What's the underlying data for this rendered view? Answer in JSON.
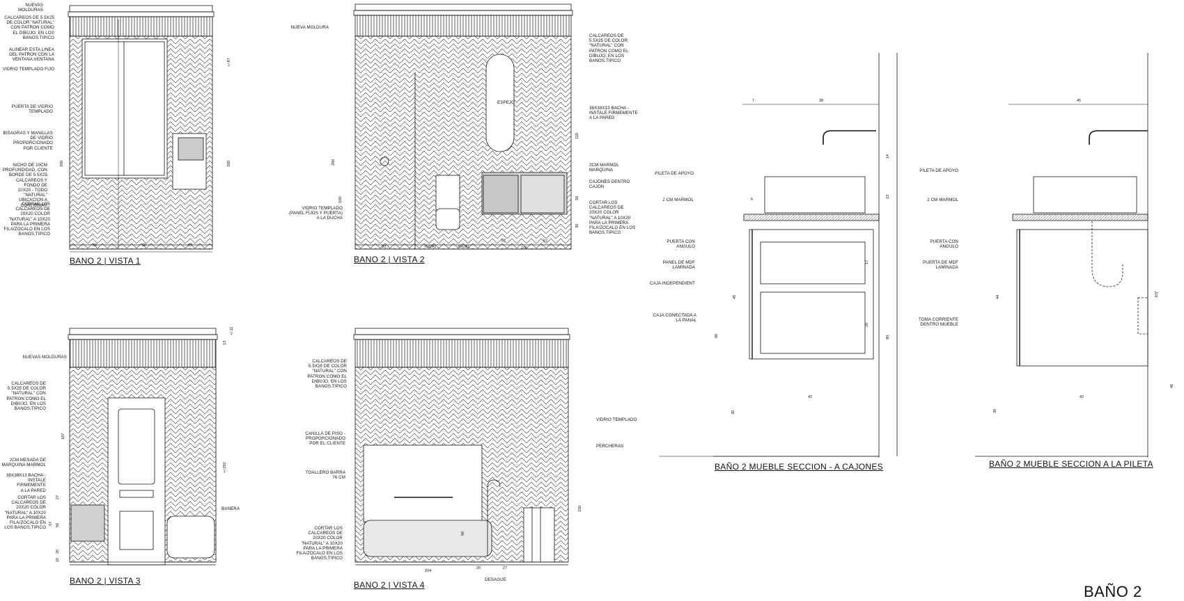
{
  "sheet": {
    "title": "BAÑO 2"
  },
  "views": {
    "v1": {
      "title": "BANO 2 | VISTA 1",
      "notes": [
        "NUEVAS MOLDURAS",
        "CALCAREOS DE 5.5X25\nDE COLOR \"NATURAL\"\nCON PATRON COMO\nEL DIBUJO, EN LOS\nBANOS,TIPICO",
        "ALINEAR ESTA LINEA\nDEL PATRON CON LA\nVENTANA VENTANA",
        "VIDRIO TEMPLADO FIJO",
        "PUERTA DE VIDRIO\nTEMPLADO",
        "BISAGRAS Y MANILLAS\nDE VIDRIO\nPROPORCIONADO\nPOR CLIENTE",
        "NICHO DE 10CM\nPROFUNDIDAD, CON\nBORDE DE 5.5X25\nCALCAREOS Y FONDO DE\n10X20 - TODO \"NATURAL\"\nUBICACION A\nCONFIRMAR",
        "CORTAR LOS\nCALCAREOS DE\n20X20 COLOR\n\"NATURAL\" A 10X20\nPARA LA PRIMERA\nFILA/ZOCALO EN LOS\nBANOS,TIPICO"
      ],
      "dims": [
        "68",
        "60",
        "67",
        "200",
        "200",
        "+/-6?"
      ]
    },
    "v2": {
      "title": "BANO 2 | VISTA 2",
      "notes": [
        "NUEVA MOLDURA",
        "CALCAREOS DE\n5.5X25 DE COLOR\n\"NATURAL\" CON\nPATRON COMO EL\nDIBUJO, EN LOS\nBANOS,TIPICO",
        "ESPEJO",
        "38X38X13 BACHA -\nINSTALE FIRMEMENTE\nA LA PARED",
        "2CM MARMOL\nMARQUINA",
        "CAJONES DENTRO\nCAJON",
        "CORTAR LOS\nCALCAREOS DE\n20X20 COLOR\n\"NATURAL\" A 10X20\nPARA LA PRIMERA\nFILA/ZOCALO EN LOS\nBANOS,TIPICO",
        "VIDRIO TEMPLADO\n(PANEL FIJOS Y PUERTA)\nA LA DUCHA"
      ],
      "dims": [
        "80",
        "IGUAL",
        "IGUAL",
        "57",
        "57",
        "116",
        "200",
        "100",
        "110",
        "50",
        "30"
      ]
    },
    "v3": {
      "title": "BANO 2 | VISTA 3",
      "notes": [
        "NUEVAS MOLDURAS",
        "CALCAREOS DE\n5.5X25 DE COLOR\n\"NATURAL\" CON\nPATRON COMO EL\nDIBUJO, EN LOS\nBANOS,TIPICO",
        "2CM MESADA DE\nMARQUINA MARMOL",
        "38X38X13 BACHA -\nINSTALE FIRMEMENTE\nA LA PARED",
        "CORTAR LOS\nCALCAREOS DE\n20X20 COLOR\n\"NATURAL\" A 10X20\nPARA LA PRIMERA\nFILA/ZOCALO EN\nLOS BANOS,TIPICO",
        "BANERA"
      ],
      "dims": [
        "187",
        "+/-292",
        "13",
        "+/-11",
        "27",
        "50",
        "57",
        "20",
        "10"
      ]
    },
    "v4": {
      "title": "BANO 2 | VISTA 4",
      "notes": [
        "CALCAREOS DE\n5.5X25 DE COLOR\n\"NATURAL\" CON\nPATRON COMO EL\nDIBUJO, EN LOS\nBANOS,TIPICO",
        "CANILLA DE PISO -\nPROPORCIONADO\nPOR EL CLIENTE",
        "TOALLERO BARRA\n76 CM",
        "CORTAR LOS\nCALCAREOS DE\n20X20 COLOR\n\"NATURAL\" A 10X20\nPARA LA PRIMERA\nFILA/ZOCALO EN LOS\nBANOS,TIPICO",
        "VIDRIO TEMPLADO",
        "PERCHERAS",
        "DESAGUE"
      ],
      "dims": [
        "204",
        "20",
        "27",
        "90",
        "150"
      ]
    },
    "s1": {
      "title": "BAÑO 2 MUEBLE SECCION - A CAJONES",
      "notes": [
        "PILETA DE APOYO",
        "2 CM MARMOL",
        "PUERTA CON\nANGULO",
        "PANEL DE MDF\nLAMINADA",
        "CAJA INDEPENDIENT",
        "CAJA CONECTADA A\nLA PANAL"
      ],
      "dims": [
        "7",
        "38",
        "6",
        "14",
        "13",
        "17",
        "20",
        "45",
        "80",
        "80",
        "42",
        "30"
      ]
    },
    "s2": {
      "title": "BAÑO 2 MUEBLE SECCION A LA PILETA",
      "notes": [
        "PILETA DE APOYO",
        "2 CM MARMOL",
        "PUERTA CON\nANGULO",
        "PUERTA DE MDF\nLAMINADA",
        "TOMA CORRIENTE\nDENTRO MUEBLE"
      ],
      "dims": [
        "45",
        "44",
        "107",
        "46",
        "42",
        "30"
      ]
    }
  }
}
